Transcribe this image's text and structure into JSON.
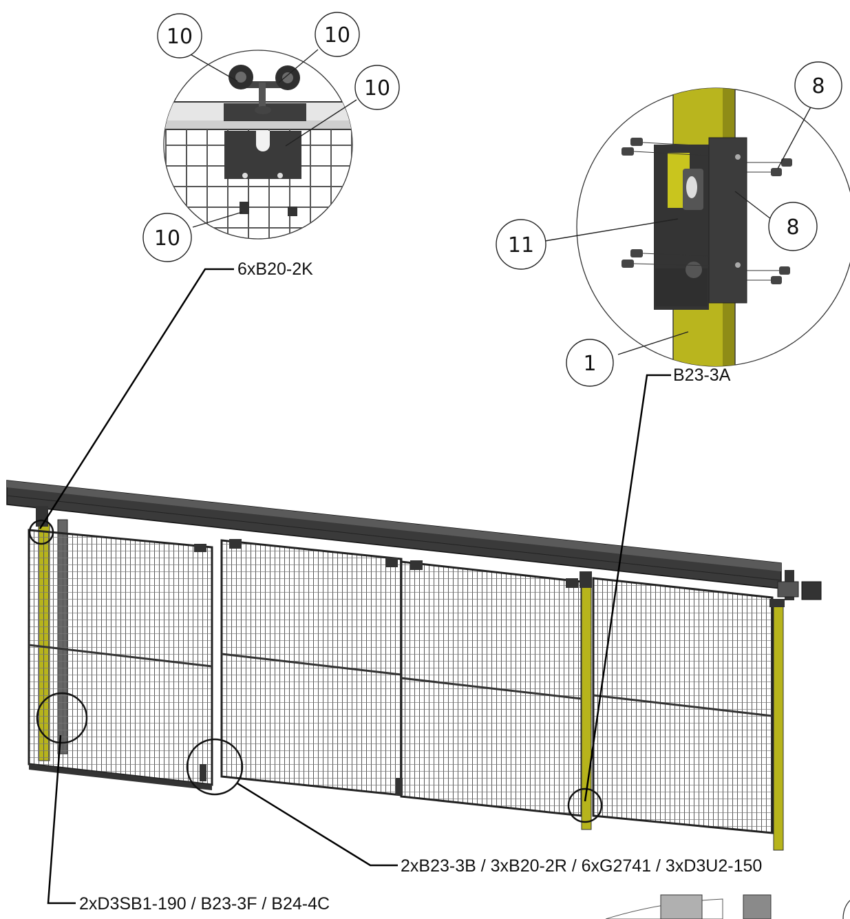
{
  "balloons": {
    "b10_top_left": "10",
    "b10_top_right": "10",
    "b10_right": "10",
    "b10_bottom": "10",
    "b8_top": "8",
    "b8_mid": "8",
    "b11": "11",
    "b1": "1"
  },
  "labels": {
    "trolley_parts": "6xB20-2K",
    "stop_parts": "B23-3A",
    "center_parts": "2xB23-3B / 3xB20-2R / 6xG2741 / 3xD3U2-150",
    "left_parts": "2xD3SB1-190 / B23-3F / B24-4C"
  },
  "colors": {
    "post_yellow": "#b7b41c",
    "steel_dark": "#3a3a3a",
    "rail_dark": "#2b2b2b",
    "mesh_line": "#4a4a4a"
  }
}
